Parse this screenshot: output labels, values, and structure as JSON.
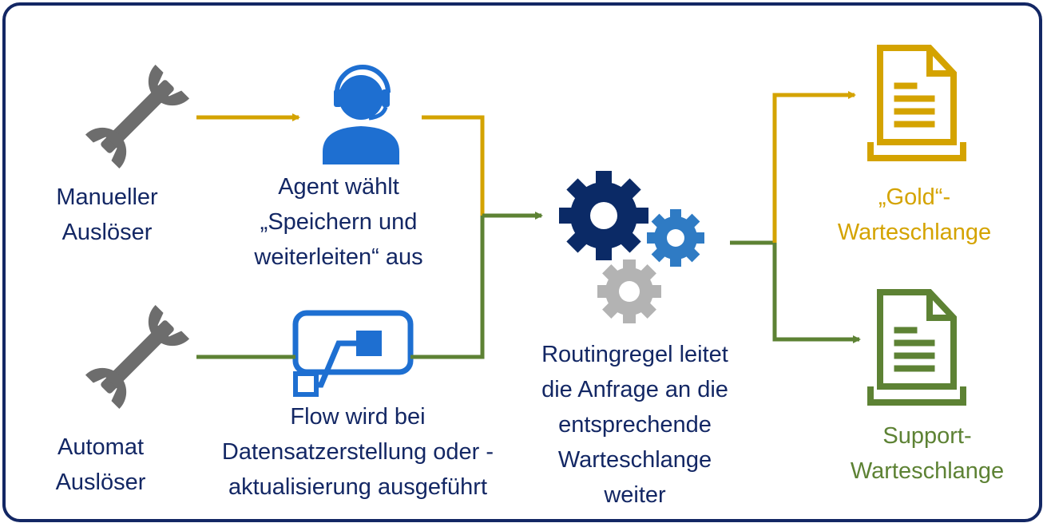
{
  "nodes": {
    "manual_trigger": {
      "label_line1": "Manueller",
      "label_line2": "Auslöser",
      "icon": "wrench-icon"
    },
    "auto_trigger": {
      "label_line1": "Automat",
      "label_line2": "Auslöser",
      "icon": "wrench-icon"
    },
    "agent": {
      "label_line1": "Agent wählt",
      "label_line2": "„Speichern und",
      "label_line3": "weiterleiten“ aus",
      "icon": "headset-agent-icon"
    },
    "flow": {
      "label_line1": "Flow wird bei",
      "label_line2": "Datensatzerstellung oder -",
      "label_line3": "aktualisierung ausgeführt",
      "icon": "power-automate-flow-icon"
    },
    "routing": {
      "label_line1": "Routingregel leitet",
      "label_line2": "die Anfrage an die",
      "label_line3": "entsprechende",
      "label_line4": "Warteschlange",
      "label_line5": "weiter",
      "icon": "gears-icon"
    },
    "gold_queue": {
      "label_line1": "„Gold“-",
      "label_line2": "Warteschlange",
      "icon": "document-queue-icon"
    },
    "support_queue": {
      "label_line1": "Support-",
      "label_line2": "Warteschlange",
      "icon": "document-queue-icon"
    }
  },
  "colors": {
    "navy": "#132764",
    "gold": "#d4a300",
    "green": "#5d8234",
    "blue": "#1e6fd1",
    "gear_dark": "#0b2a66",
    "gear_mid": "#2f7bc4",
    "gear_light": "#b3b3b3",
    "wrench": "#6d6d6d"
  }
}
